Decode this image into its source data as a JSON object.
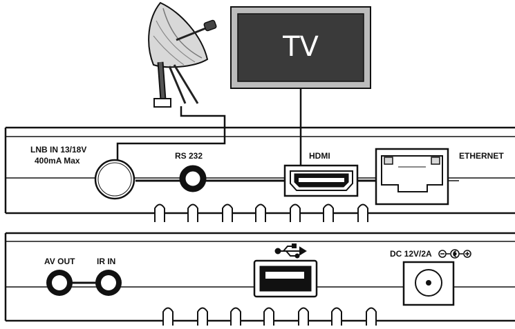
{
  "tv": {
    "label": "TV"
  },
  "top_panel": {
    "lnb_line1": "LNB IN 13/18V",
    "lnb_line2": "400mA Max",
    "rs232": "RS 232",
    "hdmi": "HDMI",
    "ethernet": "ETHERNET"
  },
  "bottom_panel": {
    "av_out": "AV OUT",
    "ir_in": "IR IN",
    "dc": "DC 12V/2A"
  },
  "icons": {
    "satellite": "satellite-dish-icon",
    "usb": "usb-icon",
    "polarity": "dc-polarity-icon"
  },
  "colors": {
    "ink": "#111111",
    "panel": "#ffffff",
    "tv_screen": "#3a3a3a",
    "tv_bezel": "#bcbcbc"
  }
}
